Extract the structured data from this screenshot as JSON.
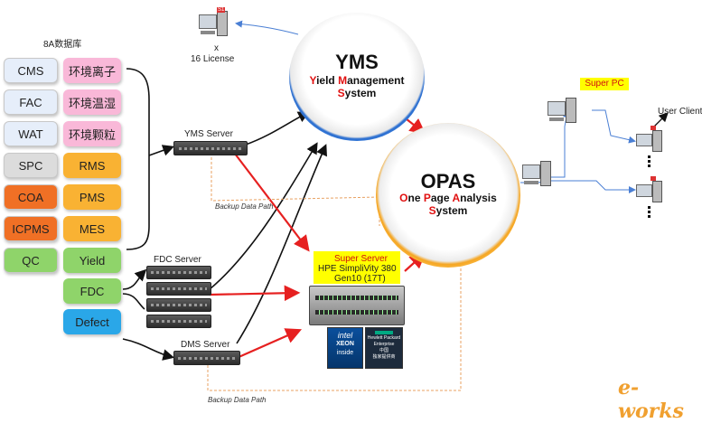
{
  "db": {
    "title": "8A数据库",
    "rows": [
      {
        "left": "CMS",
        "right": "环境离子"
      },
      {
        "left": "FAC",
        "right": "环境温湿"
      },
      {
        "left": "WAT",
        "right": "环境颗粒"
      },
      {
        "left": "SPC",
        "right": "RMS"
      },
      {
        "left": "COA",
        "right": "PMS"
      },
      {
        "left": "ICPMS",
        "right": "MES"
      },
      {
        "left": "QC",
        "right": "Yield"
      }
    ],
    "extra": [
      "FDC",
      "Defect"
    ]
  },
  "license": {
    "icon_label": "S1",
    "line1": "x",
    "line2": "16 License"
  },
  "yms": {
    "title": "YMS",
    "line1_rest": "ield ",
    "line1_cap1": "Y",
    "line1_cap2": "M",
    "line1_rest2": "anagement",
    "line2_cap": "S",
    "line2_rest": "ystem"
  },
  "opas": {
    "title": "OPAS",
    "w1c": "O",
    "w1": "ne ",
    "w2c": "P",
    "w2": "age ",
    "w3c": "A",
    "w3": "nalysis",
    "w4c": "S",
    "w4": "ystem"
  },
  "servers": {
    "yms_server": "YMS Server",
    "fdc_server": "FDC Server",
    "dms_server": "DMS Server",
    "backup1": "Backup Data Path",
    "backup2": "Backup Data Path"
  },
  "super_server": {
    "line1": "Super Server",
    "line2": "HPE SimpliVity 380",
    "line3": "Gen10 (17T)"
  },
  "super_pc": "Super PC",
  "user_client": "User Client",
  "badges": {
    "intel1": "intel",
    "intel2": "XEON",
    "intel3": "inside",
    "hpe1": "Hewlett Packard",
    "hpe2": "Enterprise",
    "hpe3": "中国",
    "hpe4": "独家提供商"
  },
  "watermark": "e-works",
  "colors": {
    "pink": "#f9b8d8",
    "lightblue": "#e6eefa",
    "gray": "#dcdcdc",
    "orange": "#f9b233",
    "deeporange": "#f07025",
    "green": "#8fd46a",
    "blue": "#2aa7e8",
    "red": "#e62020",
    "yms_ring": "#2c6fd0",
    "opas_ring": "#f5a623"
  }
}
